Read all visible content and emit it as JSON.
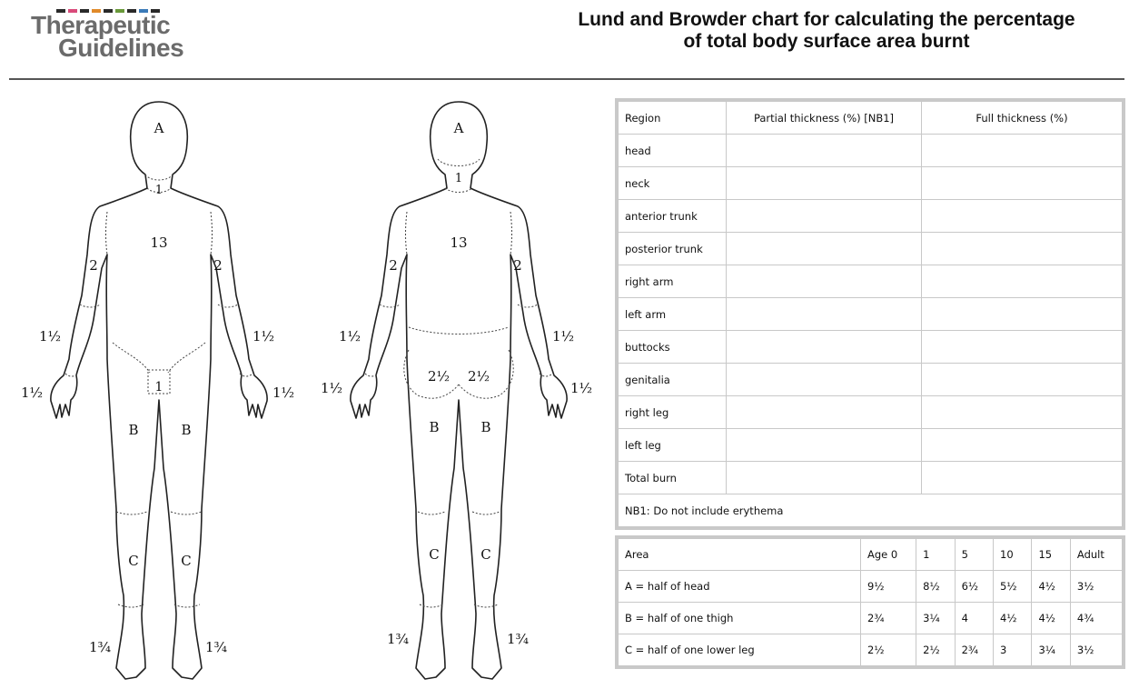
{
  "logo": {
    "line1": "Therapeutic",
    "line2": "Guidelines",
    "bar_colors": [
      "#2a2a2a",
      "#d94a7a",
      "#2a2a2a",
      "#e08a2a",
      "#2a2a2a",
      "#6a9a3a",
      "#2a2a2a",
      "#3a7ab8",
      "#2a2a2a"
    ]
  },
  "title": {
    "line1": "Lund and Browder chart for calculating the percentage",
    "line2": "of total body surface area burnt"
  },
  "front_labels": {
    "head": "A",
    "neck": "1",
    "trunk": "13",
    "upper_arm_l": "2",
    "upper_arm_r": "2",
    "forearm_l": "1½",
    "forearm_r": "1½",
    "hand_l": "1½",
    "hand_r": "1½",
    "genitalia": "1",
    "thigh_l": "B",
    "thigh_r": "B",
    "leg_l": "C",
    "leg_r": "C",
    "foot_l": "1¾",
    "foot_r": "1¾"
  },
  "back_labels": {
    "head": "A",
    "neck": "1",
    "trunk": "13",
    "upper_arm_l": "2",
    "upper_arm_r": "2",
    "forearm_l": "1½",
    "forearm_r": "1½",
    "hand_l": "1½",
    "hand_r": "1½",
    "buttock_l": "2½",
    "buttock_r": "2½",
    "thigh_l": "B",
    "thigh_r": "B",
    "leg_l": "C",
    "leg_r": "C",
    "foot_l": "1¾",
    "foot_r": "1¾"
  },
  "burn_table": {
    "headers": [
      "Region",
      "Partial thickness (%) [NB1]",
      "Full thickness (%)"
    ],
    "rows": [
      "head",
      "neck",
      "anterior trunk",
      "posterior trunk",
      "right arm",
      "left arm",
      "buttocks",
      "genitalia",
      "right leg",
      "left leg",
      "Total burn"
    ],
    "note": "NB1: Do not include erythema"
  },
  "area_table": {
    "headers": [
      "Area",
      "Age 0",
      "1",
      "5",
      "10",
      "15",
      "Adult"
    ],
    "rows": [
      [
        "A = half of head",
        "9½",
        "8½",
        "6½",
        "5½",
        "4½",
        "3½"
      ],
      [
        "B = half of one thigh",
        "2¾",
        "3¼",
        "4",
        "4½",
        "4½",
        "4¾"
      ],
      [
        "C = half of one lower leg",
        "2½",
        "2½",
        "2¾",
        "3",
        "3¼",
        "3½"
      ]
    ]
  }
}
